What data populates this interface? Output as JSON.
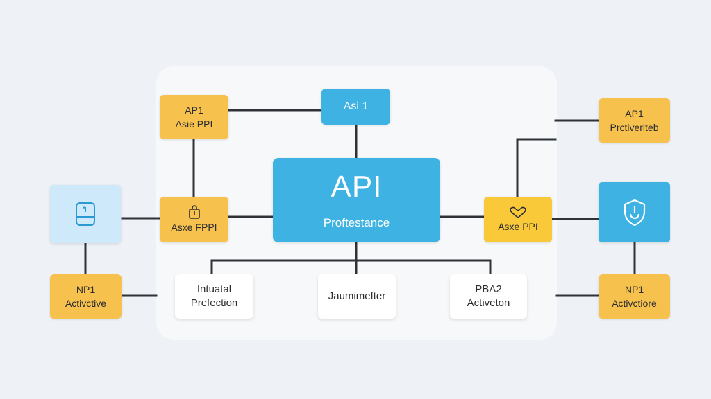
{
  "diagram": {
    "top_node": {
      "label": "Asi 1"
    },
    "hub": {
      "title": "API",
      "subtitle": "Proftestance"
    },
    "inner_left_top": {
      "line1": "AP1",
      "line2": "Asie PPI"
    },
    "inner_left_mid": {
      "label": "Asxe FPPI",
      "icon": "backpack-icon"
    },
    "inner_right_mid": {
      "label": "Asxe PPI",
      "icon": "heart-icon"
    },
    "bottom_left": {
      "line1": "Intuatal",
      "line2": "Prefection"
    },
    "bottom_center": {
      "label": "Jaumimefter"
    },
    "bottom_right": {
      "line1": "PBA2",
      "line2": "Activeton"
    },
    "far_left_icon": {
      "icon": "lock-icon"
    },
    "far_left_bottom": {
      "line1": "NP1",
      "line2": "Activctive"
    },
    "far_right_top": {
      "line1": "AP1",
      "line2": "Prctiverlteb"
    },
    "far_right_icon": {
      "icon": "shield-icon"
    },
    "far_right_bottom": {
      "line1": "NP1",
      "line2": "Activctiore"
    }
  },
  "colors": {
    "orange": "#f7c14d",
    "yellow": "#f9c93a",
    "blue": "#3eb2e2",
    "light_blue": "#cde9fa",
    "line": "#2f3338"
  }
}
